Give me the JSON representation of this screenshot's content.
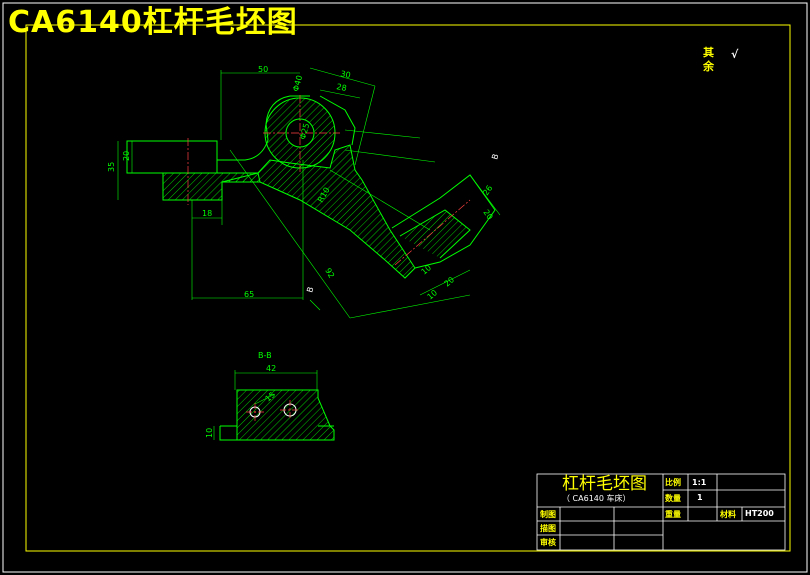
{
  "drawing": {
    "title": "CA6140杠杆毛坯图",
    "roughness_note": {
      "line1": "其",
      "line2": "余",
      "symbol": "√"
    }
  },
  "dimensions": {
    "d50": "50",
    "d30": "30",
    "d28": "28",
    "phi40": "Φ40",
    "phi25": "Φ25",
    "d35": "35",
    "d20a": "20",
    "d18": "18",
    "r10": "R10",
    "d65": "65",
    "d92": "92",
    "d26": "26",
    "d20b": "20",
    "d10": "10",
    "d20c": "20",
    "d10b": "10",
    "sectionB": "B",
    "sectionB2": "B",
    "sectionBB": "B-B",
    "d42": "42",
    "d10c": "10",
    "d15": "15"
  },
  "title_block": {
    "part_name": "杠杆毛坯图",
    "subtitle": "（ CA6140 车床）",
    "scale_label": "比例",
    "scale_value": "1:1",
    "qty_label": "数量",
    "qty_value": "1",
    "weight_label": "重量",
    "material_label": "材料",
    "material_value": "HT200",
    "drawn_label": "制图",
    "traced_label": "描图",
    "checked_label": "审核"
  },
  "colors": {
    "background": "#000000",
    "frame": "#ffff00",
    "outline": "#00ff00",
    "center_line": "#ff4040",
    "hatch": "#00ff00"
  }
}
